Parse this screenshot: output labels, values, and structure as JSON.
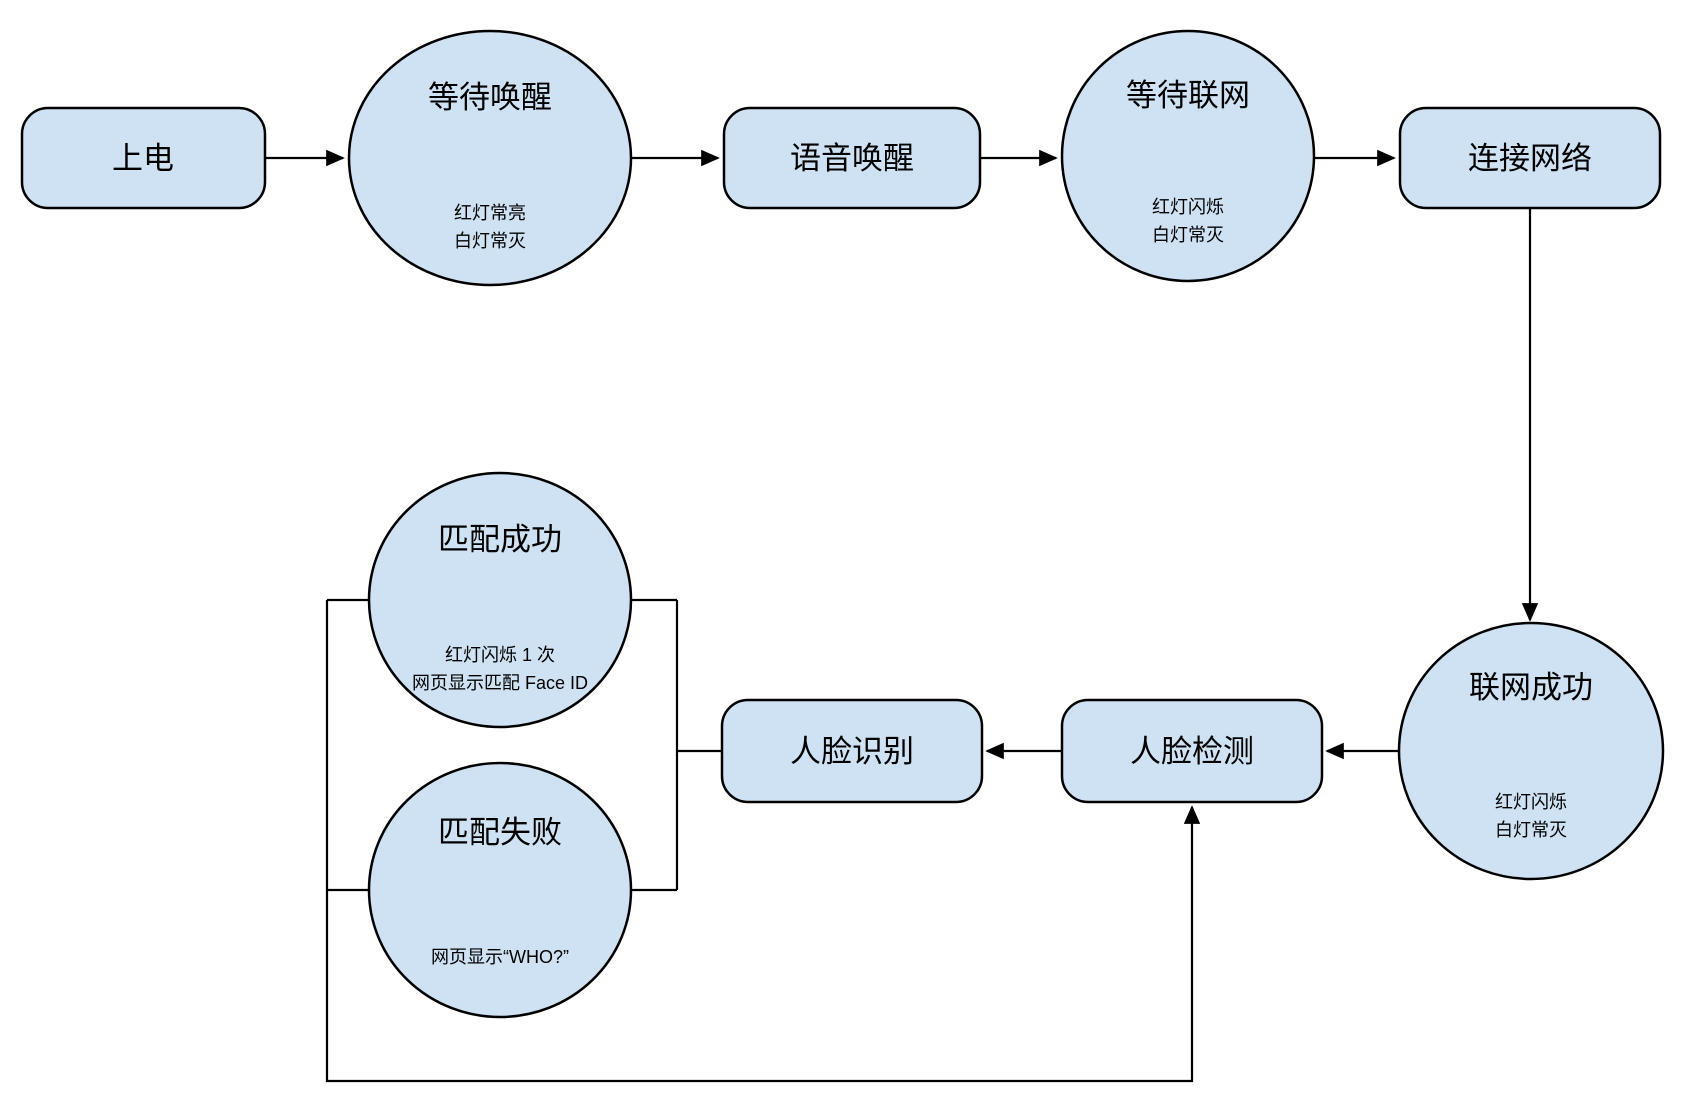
{
  "colors": {
    "node_fill": "#cfe2f3",
    "node_stroke": "#000000",
    "connector": "#000000",
    "text": "#000000",
    "background": "#ffffff"
  },
  "nodes": {
    "power_on": {
      "label": "上电"
    },
    "wait_wake": {
      "label": "等待唤醒",
      "notes": [
        "红灯常亮",
        "白灯常灭"
      ]
    },
    "voice_wake": {
      "label": "语音唤醒"
    },
    "wait_network": {
      "label": "等待联网",
      "notes": [
        "红灯闪烁",
        "白灯常灭"
      ]
    },
    "connect_network": {
      "label": "连接网络"
    },
    "network_success": {
      "label": "联网成功",
      "notes": [
        "红灯闪烁",
        "白灯常灭"
      ]
    },
    "face_detect": {
      "label": "人脸检测"
    },
    "face_recognize": {
      "label": "人脸识别"
    },
    "match_success": {
      "label": "匹配成功",
      "notes": [
        "红灯闪烁 1 次",
        "网页显示匹配 Face ID"
      ]
    },
    "match_fail": {
      "label": "匹配失败",
      "notes": [
        "网页显示“WHO?”"
      ]
    }
  }
}
